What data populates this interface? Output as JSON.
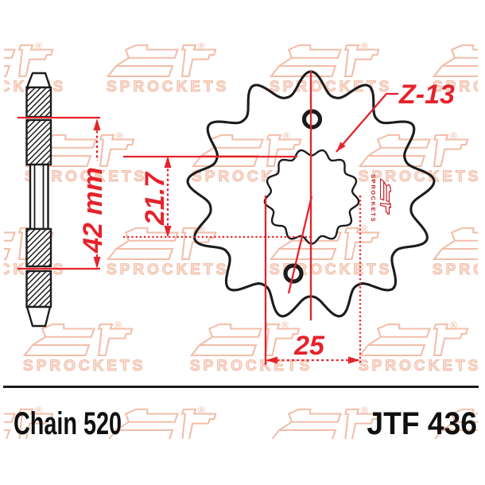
{
  "drawing": {
    "teeth_count": 13,
    "labels": {
      "teeth": "Z-13",
      "side_width": "42 mm",
      "bore_height": "21.7",
      "bore_width": "25"
    }
  },
  "watermark": {
    "text": "SPROCKETS",
    "registered_mark": "®"
  },
  "stamp": {
    "brand_text": "SPROCKETS"
  },
  "footer": {
    "chain_label": "Chain 520",
    "part_number": "JTF 436"
  },
  "colors": {
    "dimension_red": "#e5232b",
    "drawing_black": "#1c1c1c",
    "watermark_pink": "#f2bda8",
    "stamp_red": "#c92128"
  }
}
